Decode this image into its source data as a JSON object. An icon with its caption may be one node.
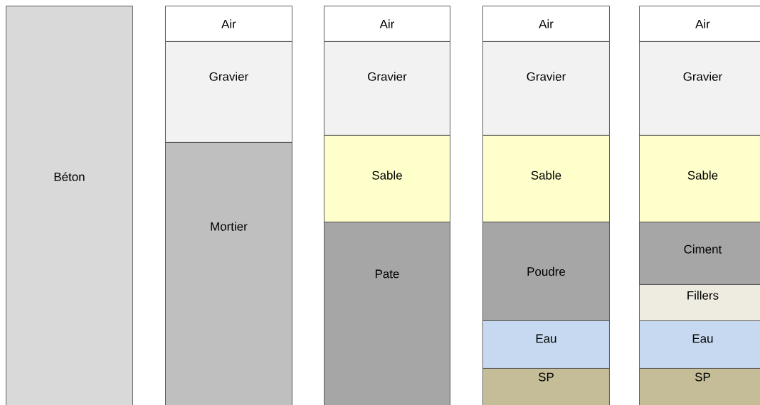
{
  "diagram": {
    "nodes": [
      {
        "text": [
          "Béton"
        ]
      },
      {
        "text": [
          "Air"
        ]
      },
      {
        "text": [
          "Gravier"
        ]
      },
      {
        "text": [
          "Mortier"
        ]
      },
      {
        "text": [
          "Air"
        ]
      },
      {
        "text": [
          "Gravier"
        ]
      },
      {
        "text": [
          "Sable"
        ]
      },
      {
        "text": [
          "Pate"
        ]
      },
      {
        "text": [
          "Air"
        ]
      },
      {
        "text": [
          "Gravier"
        ]
      },
      {
        "text": [
          "Sable"
        ]
      },
      {
        "text": [
          "Poudre"
        ]
      },
      {
        "text": [
          "Eau"
        ]
      },
      {
        "text": [
          "SP"
        ]
      },
      {
        "text": [
          "Air"
        ]
      },
      {
        "text": [
          "Gravier"
        ]
      },
      {
        "text": [
          "Sable"
        ]
      },
      {
        "text": [
          "Ciment"
        ]
      },
      {
        "text": [
          "Fillers"
        ]
      },
      {
        "text": [
          "Eau"
        ]
      },
      {
        "text": [
          "SP"
        ]
      }
    ]
  }
}
